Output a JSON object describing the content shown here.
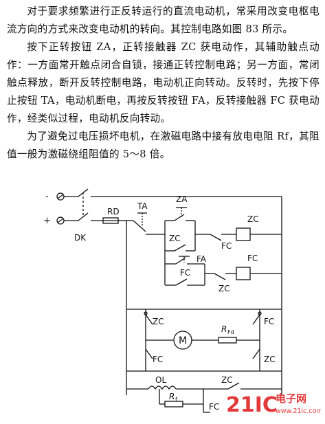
{
  "paragraphs": [
    "对于要求频繁进行正反转运行的直流电动机，常采用改变电枢电流方向的方式来改变电动机的转向。其控制电路如图 83 所示。",
    "按下正转按钮 ZA，正转接触器 ZC 获电动作，其辅助触点动作：一方面常开触点闭合自锁，接通正转控制电路；另一方面，常闭触点释放，断开反转控制电路，电动机正向转动。反转时，先按下停止按钮 TA，电动机断电，再按反转按钮 FA，反转接触器 FC 获电动作，经类似过程，电动机反向转动。",
    "为了避免过电压损坏电机，在激磁电路中接有放电电阻 Rf，其阻值一般为激磁绕组阻值的 5～8 倍。"
  ],
  "labels": {
    "minus": "-",
    "plus": "+",
    "dk": "DK",
    "rd": "RD",
    "ta": "TA",
    "za": "ZA",
    "zc_aux": "ZC",
    "fc_interlock1": "FC",
    "zc_coil": "ZC",
    "fa": "FA",
    "fc_aux": "FC",
    "zc_interlock": "ZC",
    "fc_coil": "FC",
    "zc_arm_tl": "ZC",
    "fc_arm_tr": "FC",
    "motor": "M",
    "rfd": "R",
    "rfd_sub": "Fd",
    "fc_arm_bl": "FC",
    "zc_arm_br": "ZC",
    "ol": "OL",
    "zc_field": "ZC",
    "rf": "R",
    "rf_sub": "f",
    "fc_field": "FC"
  },
  "watermark": {
    "brand": "21IC",
    "cn": "电子网",
    "url": "www.21ic.com",
    "color": "#e23a3a"
  }
}
